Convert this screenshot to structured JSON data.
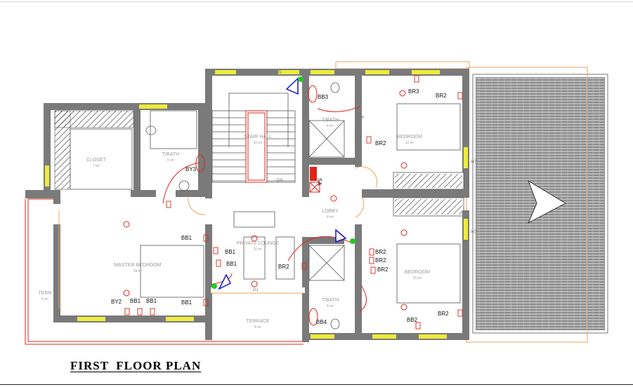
{
  "title": "FIRST  FLOOR PLAN",
  "rooms": {
    "closet": {
      "name": "CLOSET",
      "area": "7 m²"
    },
    "tbath_left": {
      "name": "T/BATH",
      "area": "6 m²"
    },
    "stair_hall": {
      "name": "STAIR HALL",
      "area": "10 m²"
    },
    "tbath_top": {
      "name": "T/BATH",
      "area": "4 m²"
    },
    "bedroom_top": {
      "name": "BEDROOM",
      "area": "12 m²"
    },
    "lobby": {
      "name": "LOBBY",
      "area": "4 m²"
    },
    "private_lounge": {
      "name": "PRIVATE LOUNGE",
      "area": "11 m²"
    },
    "master_bedroom": {
      "name": "MASTER BEDROOM",
      "area": "19 m²"
    },
    "terr": {
      "name": "TERR",
      "area": "5 m²"
    },
    "terrace": {
      "name": "TERRACE",
      "area": "4 m²"
    },
    "tbath_bottom": {
      "name": "T/BATH",
      "area": "4 m²"
    },
    "bedroom_bottom": {
      "name": "BEDROOM",
      "area": "15 m²"
    }
  },
  "labels": {
    "dn_top": "DN",
    "dn_bottom": "DN",
    "sa": "SA",
    "d1": "D1",
    "d4_left": "D4",
    "d4_top": "D4",
    "w3_top": "W3",
    "w3_bottom": "W3"
  },
  "fixtures": {
    "bb3": "BB3",
    "br3": "BR3",
    "br2_top_right": "BR2",
    "br2_top_mid": "BR2",
    "by3": "BY3",
    "bb1_a": "BB1",
    "bb1_b": "BB1",
    "bb1_c": "BB1",
    "bb1_d": "BB1",
    "bb1_e": "BB1",
    "bb1_f": "BB1",
    "by2": "BY2",
    "br2_mid_a": "BR2",
    "br2_mid_b": "BR2",
    "br2_mid_c": "BR2",
    "br2_lounge": "BR2",
    "bb4": "BB4",
    "bb2": "BB2",
    "br2_bottom_right": "BR2"
  },
  "colors": {
    "wall": "#7a7a7a",
    "window": "#ecec3c",
    "electrical": "#e0241b",
    "terrace_outline": "#f0a25a",
    "switch_green": "#22cc22",
    "lamp_blue": "#1515c8"
  }
}
